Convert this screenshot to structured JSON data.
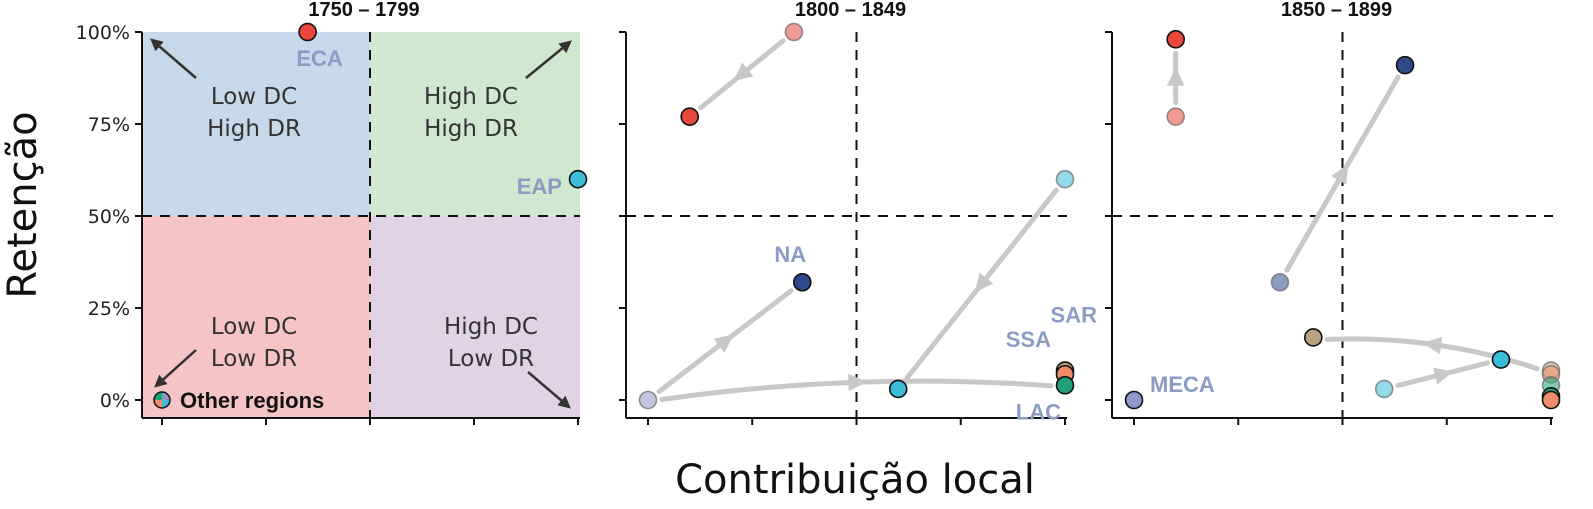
{
  "chart_data": {
    "type": "scatter",
    "xlabel": "Contribuição local",
    "ylabel": "Retenção",
    "y_ticks": [
      "0%",
      "25%",
      "50%",
      "75%",
      "100%"
    ],
    "ylim": [
      0,
      1
    ],
    "xlim": [
      0,
      1
    ],
    "threshold_x": 0.5,
    "threshold_y": 0.5,
    "colors": {
      "ECA": "#e8483b",
      "EAP": "#3bbcd9",
      "NA": "#2f4a8a",
      "MECA": "#8e98c6",
      "SAR": "#b9a27d",
      "SSA": "#f08c6c",
      "LAC": "#1ea07a",
      "arrow": "#c8c8c8",
      "region_label": "#8b9bc4"
    },
    "quadrant_colors": {
      "low_dc_high_dr": "#c6d9ea",
      "high_dc_high_dr": "#cfe8cf",
      "low_dc_low_dr": "#f5c5c5",
      "high_dc_low_dr": "#e2d2e6"
    },
    "quadrant_labels": {
      "top_left": [
        "Low DC",
        "High DR"
      ],
      "top_right": [
        "High DC",
        "High DR"
      ],
      "bottom_left": [
        "Low DC",
        "Low DR"
      ],
      "bottom_right": [
        "High DC",
        "Low DR"
      ]
    },
    "legend_text": "Other regions",
    "panels": [
      {
        "title": "1750 – 1799",
        "points": [
          {
            "region": "ECA",
            "x": 0.35,
            "y": 1.0,
            "label": "ECA"
          },
          {
            "region": "EAP",
            "x": 1.0,
            "y": 0.6,
            "label": "EAP"
          },
          {
            "region": "Other",
            "x": 0.0,
            "y": 0.0
          }
        ],
        "arrows": []
      },
      {
        "title": "1800 – 1849",
        "points": [
          {
            "region": "ECA",
            "x": 0.35,
            "y": 1.0,
            "prev": true
          },
          {
            "region": "ECA",
            "x": 0.1,
            "y": 0.77
          },
          {
            "region": "EAP",
            "x": 1.0,
            "y": 0.6,
            "prev": true
          },
          {
            "region": "EAP",
            "x": 0.6,
            "y": 0.03
          },
          {
            "region": "MECA",
            "x": 0.0,
            "y": 0.0,
            "prev": true
          },
          {
            "region": "NA",
            "x": 0.37,
            "y": 0.32,
            "label": "NA"
          },
          {
            "region": "SAR",
            "x": 1.0,
            "y": 0.08,
            "label": "SAR"
          },
          {
            "region": "SSA",
            "x": 1.0,
            "y": 0.07,
            "label": "SSA"
          },
          {
            "region": "LAC",
            "x": 1.0,
            "y": 0.04,
            "label": "LAC"
          }
        ],
        "arrows": [
          {
            "from": [
              0.35,
              1.0
            ],
            "to": [
              0.1,
              0.77
            ]
          },
          {
            "from": [
              1.0,
              0.6
            ],
            "to": [
              0.6,
              0.03
            ]
          },
          {
            "from": [
              0.0,
              0.0
            ],
            "to": [
              0.37,
              0.32
            ]
          },
          {
            "from": [
              0.0,
              0.0
            ],
            "to": [
              1.0,
              0.04
            ],
            "curve": -0.05
          }
        ]
      },
      {
        "title": "1850 – 1899",
        "points": [
          {
            "region": "ECA",
            "x": 0.1,
            "y": 0.77,
            "prev": true
          },
          {
            "region": "ECA",
            "x": 0.1,
            "y": 0.98
          },
          {
            "region": "NA",
            "x": 0.35,
            "y": 0.32,
            "prev": true
          },
          {
            "region": "NA",
            "x": 0.65,
            "y": 0.91
          },
          {
            "region": "SAR",
            "x": 0.43,
            "y": 0.17
          },
          {
            "region": "EAP",
            "x": 0.6,
            "y": 0.03,
            "prev": true
          },
          {
            "region": "EAP",
            "x": 0.88,
            "y": 0.11
          },
          {
            "region": "MECA",
            "x": 0.0,
            "y": 0.0,
            "label": "MECA"
          },
          {
            "region": "SAR",
            "x": 1.0,
            "y": 0.08,
            "prev": true
          },
          {
            "region": "SSA",
            "x": 1.0,
            "y": 0.07,
            "prev": true
          },
          {
            "region": "LAC",
            "x": 1.0,
            "y": 0.04,
            "prev": true
          },
          {
            "region": "LAC",
            "x": 1.0,
            "y": 0.01
          },
          {
            "region": "SSA",
            "x": 1.0,
            "y": 0.0
          }
        ],
        "arrows": [
          {
            "from": [
              0.1,
              0.77
            ],
            "to": [
              0.1,
              0.98
            ]
          },
          {
            "from": [
              0.35,
              0.32
            ],
            "to": [
              0.65,
              0.91
            ]
          },
          {
            "from": [
              0.6,
              0.03
            ],
            "to": [
              0.88,
              0.11
            ]
          },
          {
            "from": [
              1.0,
              0.08
            ],
            "to": [
              0.43,
              0.17
            ],
            "curve": 0.08
          }
        ]
      }
    ]
  }
}
